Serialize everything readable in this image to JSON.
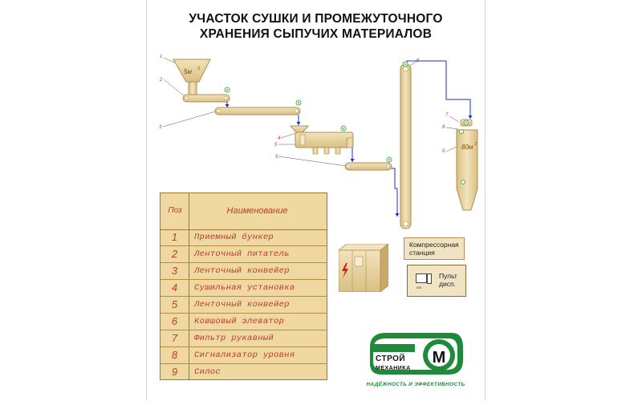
{
  "title": {
    "line1": "УЧАСТОК СУШКИ И ПРОМЕЖУТОЧНОГО",
    "line2": "ХРАНЕНИЯ СЫПУЧИХ МАТЕРИАЛОВ"
  },
  "scheme": {
    "callouts": [
      "1",
      "2",
      "3",
      "4",
      "5",
      "6",
      "7",
      "8",
      "9"
    ],
    "hopper_volume": "5м",
    "hopper_volume_sup": "3",
    "silo_volume": "80м",
    "silo_volume_sup": "3"
  },
  "legend": {
    "header_pos": "Поз",
    "header_name": "Наименование",
    "rows": [
      {
        "num": "1",
        "name": "Приемный бункер"
      },
      {
        "num": "2",
        "name": "Ленточный питатель"
      },
      {
        "num": "3",
        "name": "Ленточный конвейер"
      },
      {
        "num": "4",
        "name": "Сушильная установка"
      },
      {
        "num": "5",
        "name": "Ленточный конвейер"
      },
      {
        "num": "6",
        "name": "Ковшовый элеватор"
      },
      {
        "num": "7",
        "name": "Фильтр рукавный"
      },
      {
        "num": "8",
        "name": "Сигнализатор уровня"
      },
      {
        "num": "9",
        "name": "Силос"
      }
    ]
  },
  "compressor": {
    "line1": "Компрессорная",
    "line2": "станция"
  },
  "console": {
    "line1": "Пульт",
    "line2": "дисп.",
    "ws": "WS"
  },
  "logo": {
    "line1": "СТРОЙ",
    "line2": "МЕХАНИКА",
    "mark": "М",
    "slogan": "НАДЁЖНОСТЬ И ЭФФЕКТИВНОСТЬ"
  },
  "colors": {
    "equipment_fill": "#ead6a4",
    "equipment_stroke": "#b08d52",
    "flow_line": "#1a2fd6",
    "callout_text": "#c0392b",
    "sensor": "#4caf50",
    "logo_green": "#1e8a3a"
  }
}
